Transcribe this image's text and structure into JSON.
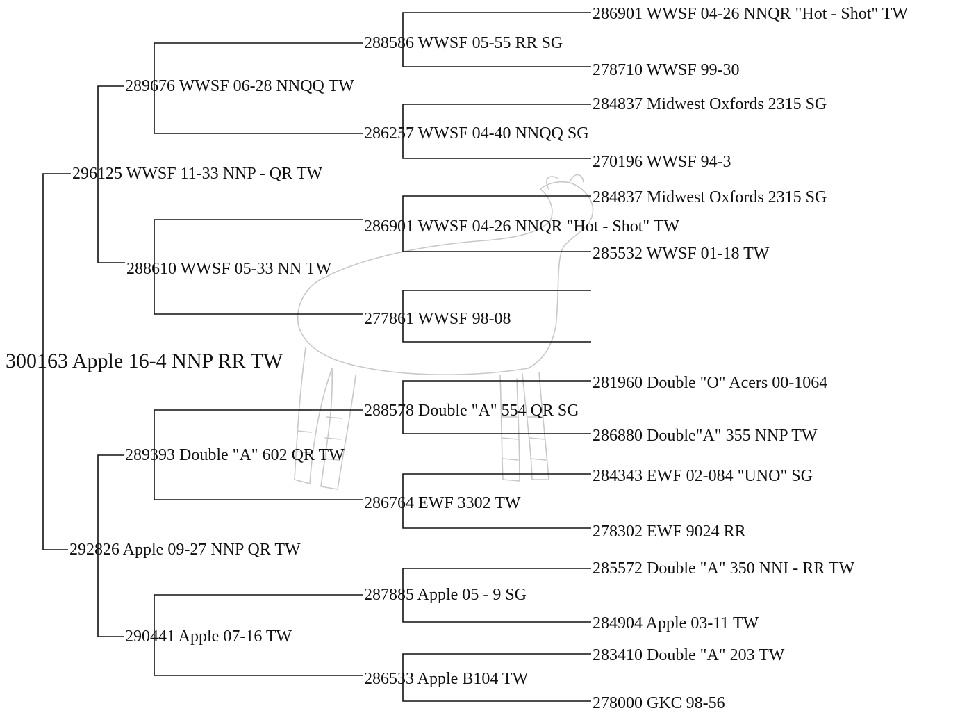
{
  "pedigree": {
    "subject": "300163 Apple 16-4 NNP RR  TW",
    "sire": {
      "label": "296125 WWSF  11-33 NNP - QR  TW",
      "sire": {
        "label": "289676 WWSF  06-28  NNQQ  TW",
        "sire": {
          "label": "288586 WWSF  05-55 RR  SG",
          "sire": "286901 WWSF 04-26  NNQR \"Hot - Shot\" TW",
          "dam": "278710 WWSF 99-30"
        },
        "dam": {
          "label": "286257 WWSF  04-40  NNQQ  SG",
          "sire": "284837 Midwest Oxfords 2315  SG",
          "dam": "270196 WWSF 94-3"
        }
      },
      "dam": {
        "label": "288610 WWSF  05-33  NN  TW",
        "sire": {
          "label": "286901 WWSF  04-26  NNQR \"Hot - Shot\" TW",
          "sire": "284837 Midwest Oxfords 2315  SG",
          "dam": "285532 WWSF 01-18  TW"
        },
        "dam": {
          "label": "277861 WWSF 98-08",
          "sire": "",
          "dam": ""
        }
      }
    },
    "dam": {
      "label": "292826 Apple  09-27  NNP QR  TW",
      "sire": {
        "label": "289393 Double \"A\" 602 QR  TW",
        "sire": {
          "label": "288578 Double \"A\"  554  QR  SG",
          "sire": "281960 Double \"O\" Acers 00-1064",
          "dam": "286880 Double\"A\" 355  NNP  TW"
        },
        "dam": {
          "label": "286764 EWF  3302  TW",
          "sire": "284343 EWF 02-084 \"UNO\" SG",
          "dam": "278302 EWF 9024 RR"
        }
      },
      "dam": {
        "label": "290441 Apple  07-16  TW",
        "sire": {
          "label": "287885 Apple  05 - 9  SG",
          "sire": "285572 Double \"A\" 350 NNI - RR  TW",
          "dam": "284904 Apple  03-11  TW"
        },
        "dam": {
          "label": "286533 Apple  B104  TW",
          "sire": "283410 Double \"A\" 203  TW",
          "dam": "278000 GKC 98-56"
        }
      }
    }
  },
  "icons": {
    "watermark": "sheep-silhouette-icon"
  },
  "colors": {
    "ink": "#111111",
    "watermark": "#c8c8c8",
    "background": "#ffffff"
  }
}
